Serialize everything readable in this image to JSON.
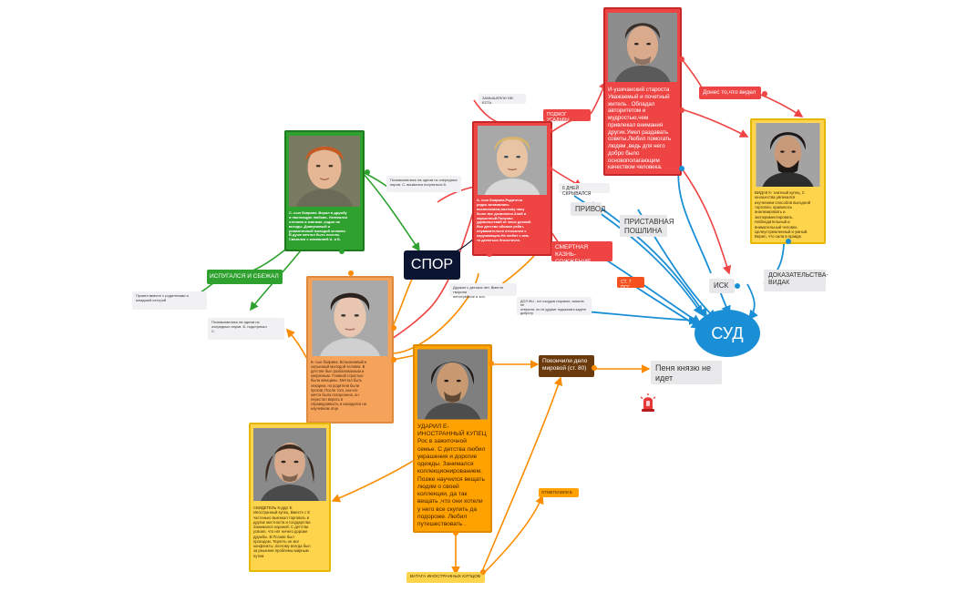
{
  "colors": {
    "blue": "#1a8fd6",
    "red": "#ef4444",
    "orange": "#fb8c00",
    "green": "#2ea12e",
    "gold": "#ffd44d",
    "peach": "#f5a25a",
    "dark": "#0b1430",
    "brown": "#6b3a0c"
  },
  "icons": {
    "alarm": "siren-icon"
  },
  "cards": {
    "c": "С- сын боярина .Верил в дружбу\nи настоящую любовь. Увлекался\nчтением и книгами ,ходил на\nвсходы ,Доверчивый и\nромантичный молодой человек.\nВ душе мечтал быть поэтом.\nСвязался с компанией А. и Б.",
    "a": "А- сын боярина.Родители\nрядко занимались\nвоспитанием,поэтому наху\nбыло все дозволено.Злой и\nкорыстный.Получал\nудовольствий от злых деяний.\nВсе детство обижал ребят,\nнеуважительно относился к\nокружающим.Не любит с кем-\nто делиться.Эгоистичен.",
    "elder": "И-ушкчанский староста\nУважаемый и почетный\nжитель . Обладал\nавторитетом и\nмудростью,чем\nпривлекал внимания\nдругих.Умел раздавать\nсоветы.Любил помогать\nлюдям ,ведь для него\nдобро было\nосновополагающим\nкачеством человека.",
    "b": "Б- сын боярина. Вспыльчивый и\nсерьезный молодой человек. В\nдетстве был разбалованным и\nкапризным. Главной страстью\nбыли женщины. Мечтал быть\nлекарем, но родители были\nпротив. После того, как его\nмечта была похоронена, он\nперестал верить в\nсправедливость и находился на\nнаучевном отце",
    "merchant": "УДАРИЛ Е-\nИНОСТРАННЫЙ КУПЕЦ\nРос в зажиточной\nсемье. С детства любил\nукрашения и дорогие\nодежды. Занимался\nколлекционированием.\nПозже научился вещать\nлюдям о своей\nколлекции, да так\nвещать ,что они хотели\nу него все скупить да\nподороже. Любил\nпутешествовать .",
    "witness": "СВИДЕТЕЛЬ К-друг Е\nИностранный купец. Вместе с Е\nчастенько выезжал торговать в\nдругие местности и государства\nЗанимался охраной. С детства\nусвоил, что нет ничего дороже\nдружбы. В Псоове был\nпроездом. Терпеть не мог\nконфликты ,поэтому всегда был\nза решение проблемы мирным\nпутем",
    "vidak": "ВИДАК К- знатный купец. С\nюношества увлекался\nизучением способов выгодной\nторговли, нравилось\nанализировать и\nэкспериментировать.\nНаблюдательный и\nвнимательный человек.\nЦелеустремленный и умный.\nВерил, что сила в правде."
  },
  "labels": {
    "spor": "СПОР",
    "sud": "СУД",
    "fled": "ИСПУГАЛСЯ И СБЕЖАЛ",
    "spent": "Провел вместе с родителями и\nмладшей сестрой",
    "met": "Познакомились на одном из\nочередных пиров. Б. подстрекал\nС.",
    "introduced": "Познакомились на одном из очередных\nпиров. С. вызвался погуляться Б.",
    "friends": "Дружил с детских лет. Вместе творили\nнепотребное и зло.",
    "zamyshlyali": "ЗАМЫШЛЯЛИ НЕ/ЕСТЬ",
    "arson": "ПОДЖОГ УСАДЬБЫ",
    "six_days": "6 ДНЕЙ СКРЫВАЛСЯ",
    "privod": "ПРИВОД",
    "fee": "ПРИСТАВНАЯ\nПОШЛИНА",
    "death": "СМЕРТНАЯ КАЗНЬ-\nСОЖЖЕНИЕ",
    "st_art": "СТ. 7 ПСГ",
    "isk": "ИСК",
    "evidence": "ДОКАЗАТЕЛЬСТВА-\nВИДАК",
    "denounce": "Донес то,что видел",
    "mid_note": "ДОЛ НЫ - кот сосудов сгорание, смысла не\nотвергли, но не дружит подсказать кадете\nдоброту",
    "settled": "Покончили дело\nмировой (ст. 80)",
    "fine": "Пеня князю не\nидет",
    "paid": "ОТМЕТЕЛИЛИ Б",
    "caravan": "ВАТАГА ИНОСТРАННЫХ КУПЦОВ"
  }
}
